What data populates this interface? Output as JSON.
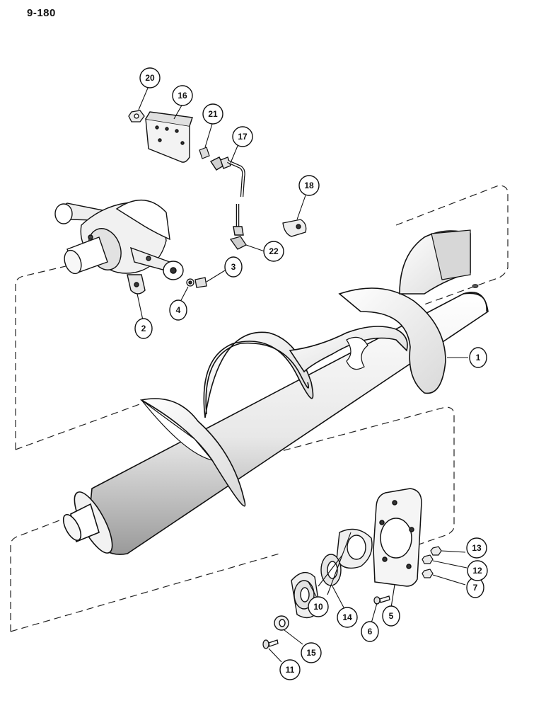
{
  "page": {
    "code": "9-180"
  },
  "callouts": [
    {
      "id": "c1",
      "label": "1"
    },
    {
      "id": "c2",
      "label": "2"
    },
    {
      "id": "c3",
      "label": "3"
    },
    {
      "id": "c4",
      "label": "4"
    },
    {
      "id": "c5",
      "label": "5"
    },
    {
      "id": "c6",
      "label": "6"
    },
    {
      "id": "c7",
      "label": "7"
    },
    {
      "id": "c10",
      "label": "10"
    },
    {
      "id": "c11",
      "label": "11"
    },
    {
      "id": "c12",
      "label": "12"
    },
    {
      "id": "c13",
      "label": "13"
    },
    {
      "id": "c14",
      "label": "14"
    },
    {
      "id": "c15",
      "label": "15"
    },
    {
      "id": "c16",
      "label": "16"
    },
    {
      "id": "c17",
      "label": "17"
    },
    {
      "id": "c18",
      "label": "18"
    },
    {
      "id": "c20",
      "label": "20"
    },
    {
      "id": "c21",
      "label": "21"
    },
    {
      "id": "c22",
      "label": "22"
    }
  ]
}
